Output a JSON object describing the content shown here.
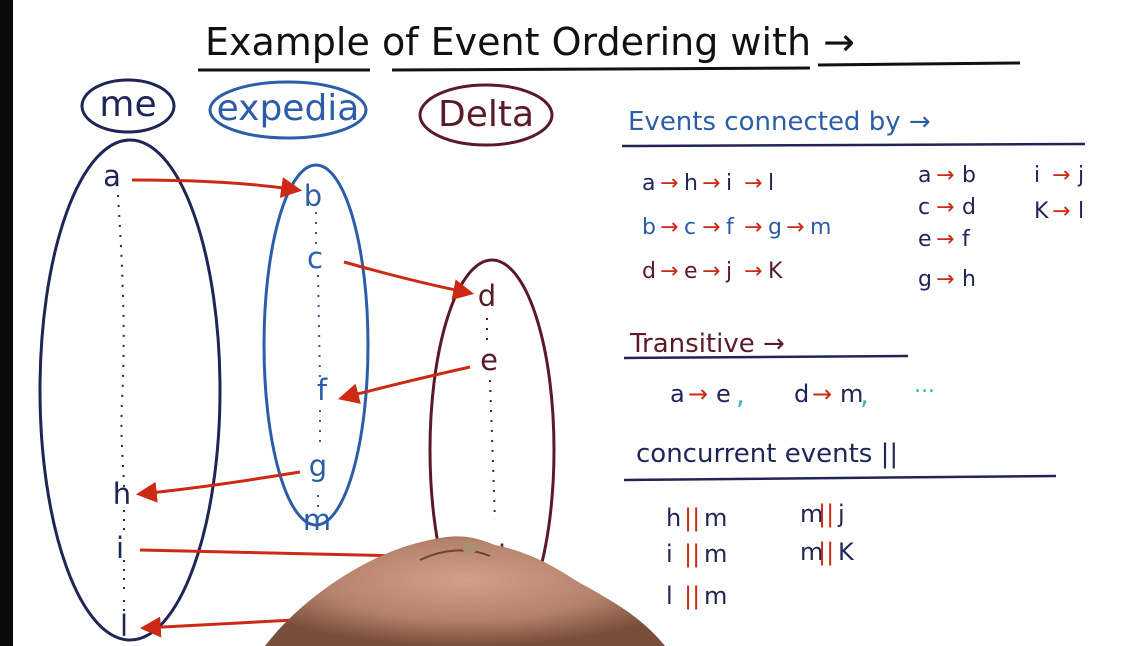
{
  "title": "Example of Event Ordering with →",
  "processes": [
    {
      "label": "me",
      "color": "#1f2557"
    },
    {
      "label": "expedia",
      "color": "#2c5ea8"
    },
    {
      "label": "Delta",
      "color": "#5a1a2a"
    }
  ],
  "events": {
    "a": "a",
    "h": "h",
    "i": "i",
    "l": "l",
    "b": "b",
    "c": "c",
    "f": "f",
    "g": "g",
    "m": "m",
    "d": "d",
    "e": "e",
    "j": "j",
    "k": "K"
  },
  "connected": {
    "heading": "Events connected by →",
    "chains": [
      {
        "parts": [
          "a",
          "h",
          "i",
          "l"
        ],
        "color": "#1f2557"
      },
      {
        "parts": [
          "b",
          "c",
          "f",
          "g",
          "m"
        ],
        "color": "#2c5ea8"
      },
      {
        "parts": [
          "d",
          "e",
          "j",
          "K"
        ],
        "color": "#5a1a2a"
      }
    ],
    "messages": [
      {
        "from": "a",
        "to": "b"
      },
      {
        "from": "c",
        "to": "d"
      },
      {
        "from": "e",
        "to": "f"
      },
      {
        "from": "g",
        "to": "h"
      },
      {
        "from": "i",
        "to": "j"
      },
      {
        "from": "K",
        "to": "l"
      }
    ]
  },
  "transitive": {
    "heading": "Transitive →",
    "items": [
      {
        "from": "a",
        "to": "e"
      },
      {
        "from": "d",
        "to": "m"
      }
    ],
    "ellipsis": "..."
  },
  "concurrent": {
    "heading": "concurrent events ||",
    "pairs": [
      {
        "a": "h",
        "b": "m"
      },
      {
        "a": "i",
        "b": "m"
      },
      {
        "a": "l",
        "b": "m"
      },
      {
        "a": "m",
        "b": "j"
      },
      {
        "a": "m",
        "b": "K"
      }
    ]
  },
  "colors": {
    "ink": "#1f2557",
    "expedia": "#2c5ea8",
    "delta": "#5a1a2a",
    "arrow": "#cc2a14",
    "teal": "#3bb3b8",
    "skin": "#b4826a"
  }
}
